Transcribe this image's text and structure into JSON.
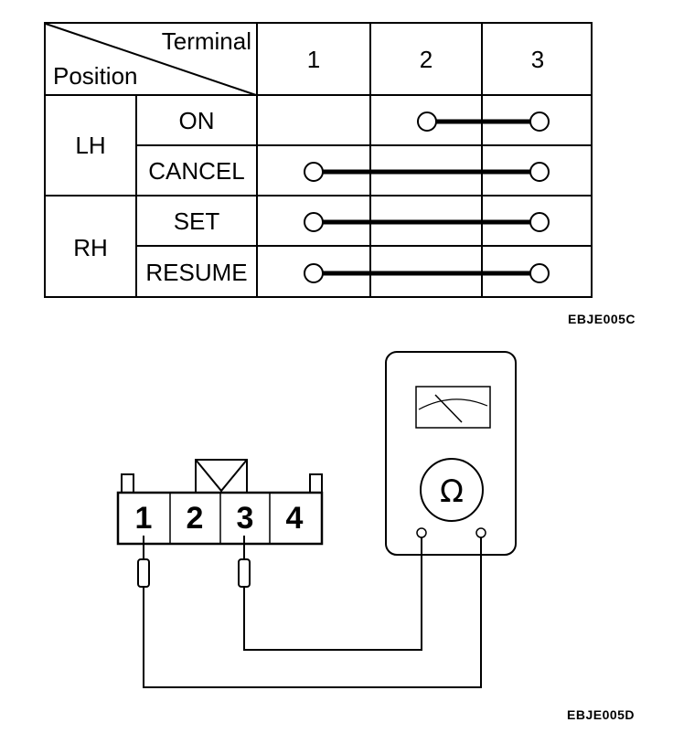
{
  "table": {
    "header_terminal": "Terminal",
    "header_position": "Position",
    "terminal_columns": [
      "1",
      "2",
      "3"
    ],
    "groups": [
      {
        "name": "LH",
        "rows": [
          {
            "label": "ON",
            "connect": [
              "2",
              "3"
            ]
          },
          {
            "label": "CANCEL",
            "connect": [
              "1",
              "3"
            ]
          }
        ]
      },
      {
        "name": "RH",
        "rows": [
          {
            "label": "SET",
            "connect": [
              "1",
              "3"
            ]
          },
          {
            "label": "RESUME",
            "connect": [
              "1",
              "3"
            ]
          }
        ]
      }
    ]
  },
  "figure_codes": {
    "table": "EBJE005C",
    "wiring": "EBJE005D"
  },
  "connector": {
    "pins": [
      "1",
      "2",
      "3",
      "4"
    ],
    "probe_pins": [
      "1",
      "3"
    ]
  },
  "meter": {
    "symbol": "Ω",
    "icon": "ohmmeter-icon"
  }
}
